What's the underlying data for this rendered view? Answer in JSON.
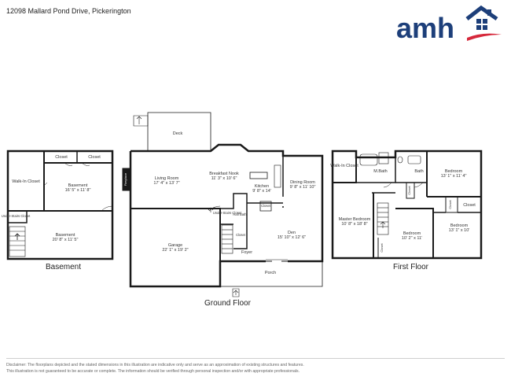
{
  "header": {
    "address": "12098 Mallard Pond Drive, Pickerington",
    "logo_text": "amh",
    "colors": {
      "logo_blue": "#1d3f7a",
      "logo_red": "#d6283b",
      "wall": "#1a1a1a",
      "room_label": "#333333"
    }
  },
  "floors": {
    "basement": "Basement",
    "ground": "Ground Floor",
    "first": "First Floor"
  },
  "rooms": {
    "basement": {
      "walkin_closet": "Walk-In Closet",
      "closet_a": "Closet",
      "closet_b": "Closet",
      "basement_upper_name": "Basement",
      "basement_upper_dim": "16' 5\" x 11' 8\"",
      "under_stairs_closet": "Under-Stairs Closet",
      "basement_lower_name": "Basement",
      "basement_lower_dim": "20' 8\" x 11' 5\""
    },
    "ground": {
      "deck": "Deck",
      "fireplace": "Fireplace",
      "living_room_name": "Living Room",
      "living_room_dim": "17' 4\" x 13' 7\"",
      "breakfast_nook_name": "Breakfast Nook",
      "breakfast_nook_dim": "11' 3\" x 10' 6\"",
      "kitchen_name": "Kitchen",
      "kitchen_dim": "9' 8\" x 14'",
      "dining_room_name": "Dining Room",
      "dining_room_dim": "9' 8\" x 11' 10\"",
      "under_stairs_closet": "Under-Stairs Closet",
      "half_bath": "Half Bath",
      "closet_a": "Closet",
      "closet_b": "Closet",
      "garage_name": "Garage",
      "garage_dim": "22' 1\" x 19' 2\"",
      "den_name": "Den",
      "den_dim": "15' 10\" x 12' 6\"",
      "foyer": "Foyer",
      "porch": "Porch"
    },
    "first": {
      "walkin_closet": "Walk-In Closet",
      "mbath": "M.Bath",
      "bath": "Bath",
      "bedroom_a_name": "Bedroom",
      "bedroom_a_dim": "13' 1\" x 11' 4\"",
      "closet_a": "Closet",
      "closet_b": "Closet",
      "closet_c": "Closet",
      "closet_d": "Closet",
      "master_name": "Master Bedroom",
      "master_dim": "10' 8\" x 18' 8\"",
      "bedroom_b_name": "Bedroom",
      "bedroom_b_dim": "10' 2\" x 11'",
      "bedroom_c_name": "Bedroom",
      "bedroom_c_dim": "13' 1\" x 10'"
    }
  },
  "disclaimer": {
    "line1": "Disclaimer: The floorplans depicted and the stated dimensions in this illustration are indicative only and serve as an approximation of existing structures and features.",
    "line2": "This illustration is not guaranteed to be accurate or complete. The information should be verified through personal inspection and/or with appropriate professionals."
  }
}
